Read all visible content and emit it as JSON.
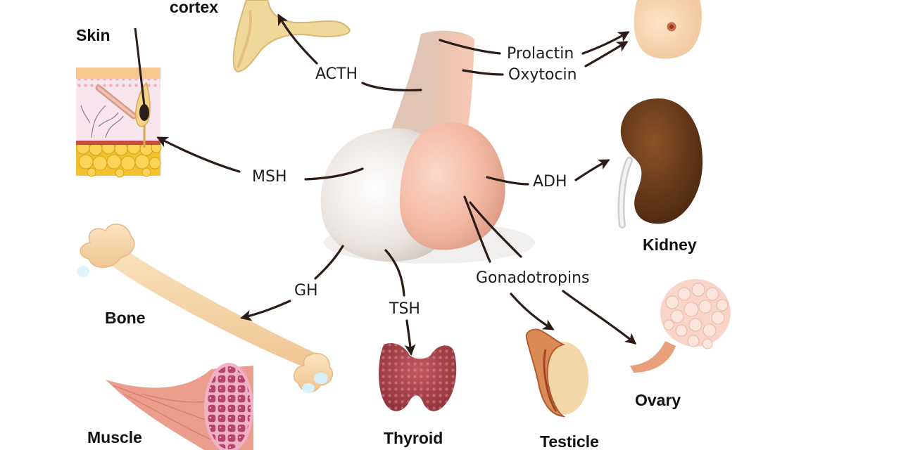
{
  "organs": {
    "adrenal_cortex": "cortex",
    "skin": "Skin",
    "bone": "Bone",
    "muscle": "Muscle",
    "thyroid": "Thyroid",
    "testicle": "Testicle",
    "ovary": "Ovary",
    "kidney": "Kidney"
  },
  "hormones": {
    "acth": "ACTH",
    "prolactin": "Prolactin",
    "oxytocin": "Oxytocin",
    "msh": "MSH",
    "adh": "ADH",
    "gh": "GH",
    "tsh": "TSH",
    "gonadotropins": "Gonadotropins"
  },
  "colors": {
    "anterior_lobe": "#e9e3df",
    "posterior_lobe": "#f1b9a3",
    "arrow": "#2c1c18",
    "kidney": "#6b3a1b",
    "adrenal": "#f0d79a",
    "bone": "#f7d6a6",
    "muscle": "#e58f80",
    "thyroid": "#a8424a",
    "fat": "#f3c02e"
  },
  "icons": {
    "pituitary": "pituitary-gland-icon",
    "adrenal": "adrenal-cortex-icon",
    "skin": "skin-section-icon",
    "breast": "breast-icon",
    "kidney": "kidney-icon",
    "bone": "bone-icon",
    "muscle": "muscle-icon",
    "thyroid": "thyroid-icon",
    "testicle": "testicle-icon",
    "ovary": "ovary-icon"
  }
}
